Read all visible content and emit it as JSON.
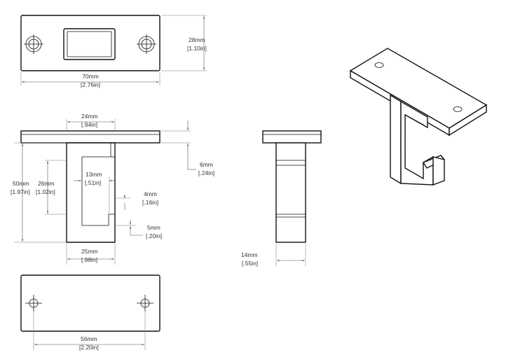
{
  "dimensions": {
    "top_width": {
      "mm": "70mm",
      "in": "[2.76in]"
    },
    "top_height": {
      "mm": "28mm",
      "in": "[1.10in]"
    },
    "bracket_width": {
      "mm": "24mm",
      "in": "[.94in]"
    },
    "plate_thickness": {
      "mm": "6mm",
      "in": "[.24in]"
    },
    "total_height": {
      "mm": "50mm",
      "in": "[1.97in]"
    },
    "inner_height": {
      "mm": "26mm",
      "in": "[1.02in]"
    },
    "slot_width": {
      "mm": "13mm",
      "in": "[.51in]"
    },
    "lip_height": {
      "mm": "4mm",
      "in": "[.16in]"
    },
    "lip_thickness": {
      "mm": "5mm",
      "in": "[.20in]"
    },
    "hook_width": {
      "mm": "25mm",
      "in": "[.98in]"
    },
    "side_depth": {
      "mm": "14mm",
      "in": "[.55in]"
    },
    "hole_spacing": {
      "mm": "56mm",
      "in": "[2.20in]"
    }
  }
}
